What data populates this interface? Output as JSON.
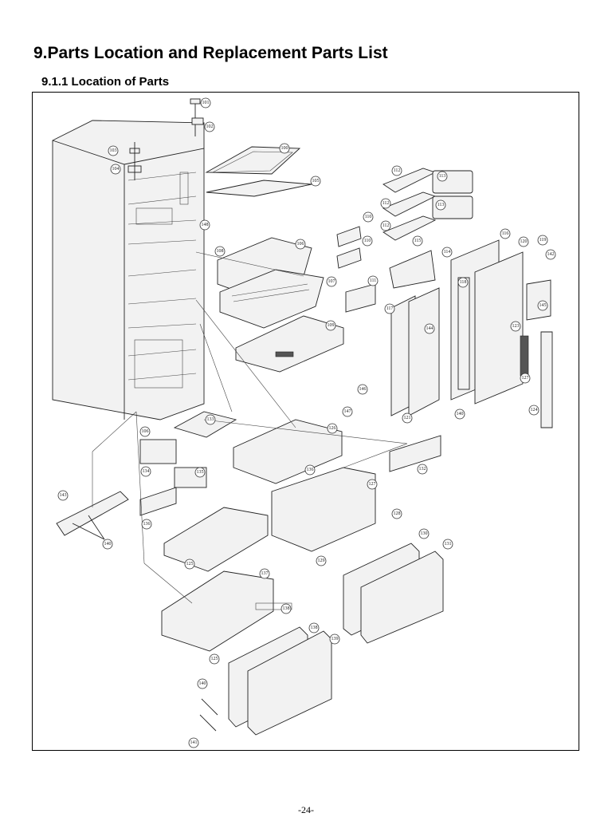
{
  "title": "9.Parts Location and Replacement Parts List",
  "subtitle": "9.1.1 Location of Parts",
  "page_number": "-24-",
  "callouts": [
    {
      "id": "c101",
      "label": "101"
    },
    {
      "id": "c102",
      "label": "102"
    },
    {
      "id": "c103",
      "label": "103"
    },
    {
      "id": "c104",
      "label": "104"
    },
    {
      "id": "c100",
      "label": "100"
    },
    {
      "id": "c105",
      "label": "105"
    },
    {
      "id": "c112a",
      "label": "112"
    },
    {
      "id": "c113a",
      "label": "113"
    },
    {
      "id": "c112b",
      "label": "112"
    },
    {
      "id": "c113b",
      "label": "113"
    },
    {
      "id": "c110a",
      "label": "110"
    },
    {
      "id": "c112c",
      "label": "112"
    },
    {
      "id": "c148",
      "label": "148"
    },
    {
      "id": "c108",
      "label": "108"
    },
    {
      "id": "c106",
      "label": "106"
    },
    {
      "id": "c110b",
      "label": "110"
    },
    {
      "id": "c115",
      "label": "115"
    },
    {
      "id": "c114",
      "label": "114"
    },
    {
      "id": "c116",
      "label": "116"
    },
    {
      "id": "c120",
      "label": "120"
    },
    {
      "id": "c119",
      "label": "119"
    },
    {
      "id": "c142",
      "label": "142"
    },
    {
      "id": "c107",
      "label": "107"
    },
    {
      "id": "c111",
      "label": "111"
    },
    {
      "id": "c118",
      "label": "118"
    },
    {
      "id": "c117",
      "label": "117"
    },
    {
      "id": "c145",
      "label": "145"
    },
    {
      "id": "c109",
      "label": "109"
    },
    {
      "id": "c144",
      "label": "144"
    },
    {
      "id": "c123",
      "label": "123"
    },
    {
      "id": "c127",
      "label": "127"
    },
    {
      "id": "c146",
      "label": "146"
    },
    {
      "id": "c147",
      "label": "147"
    },
    {
      "id": "c124",
      "label": "124"
    },
    {
      "id": "c121",
      "label": "121"
    },
    {
      "id": "c140a",
      "label": "140"
    },
    {
      "id": "c133",
      "label": "133"
    },
    {
      "id": "c126",
      "label": "126"
    },
    {
      "id": "c106b",
      "label": "106"
    },
    {
      "id": "c134",
      "label": "134"
    },
    {
      "id": "c135",
      "label": "135"
    },
    {
      "id": "c136",
      "label": "136"
    },
    {
      "id": "c132",
      "label": "132"
    },
    {
      "id": "c127b",
      "label": "127"
    },
    {
      "id": "c143",
      "label": "143"
    },
    {
      "id": "c140b",
      "label": "140"
    },
    {
      "id": "c128",
      "label": "128"
    },
    {
      "id": "c130",
      "label": "130"
    },
    {
      "id": "c131",
      "label": "131"
    },
    {
      "id": "c136b",
      "label": "136"
    },
    {
      "id": "c129",
      "label": "129"
    },
    {
      "id": "c125",
      "label": "125"
    },
    {
      "id": "c137",
      "label": "137"
    },
    {
      "id": "c138",
      "label": "138"
    },
    {
      "id": "c138b",
      "label": "138"
    },
    {
      "id": "c139",
      "label": "139"
    },
    {
      "id": "c125b",
      "label": "125"
    },
    {
      "id": "c140c",
      "label": "140"
    },
    {
      "id": "c141",
      "label": "141"
    }
  ]
}
